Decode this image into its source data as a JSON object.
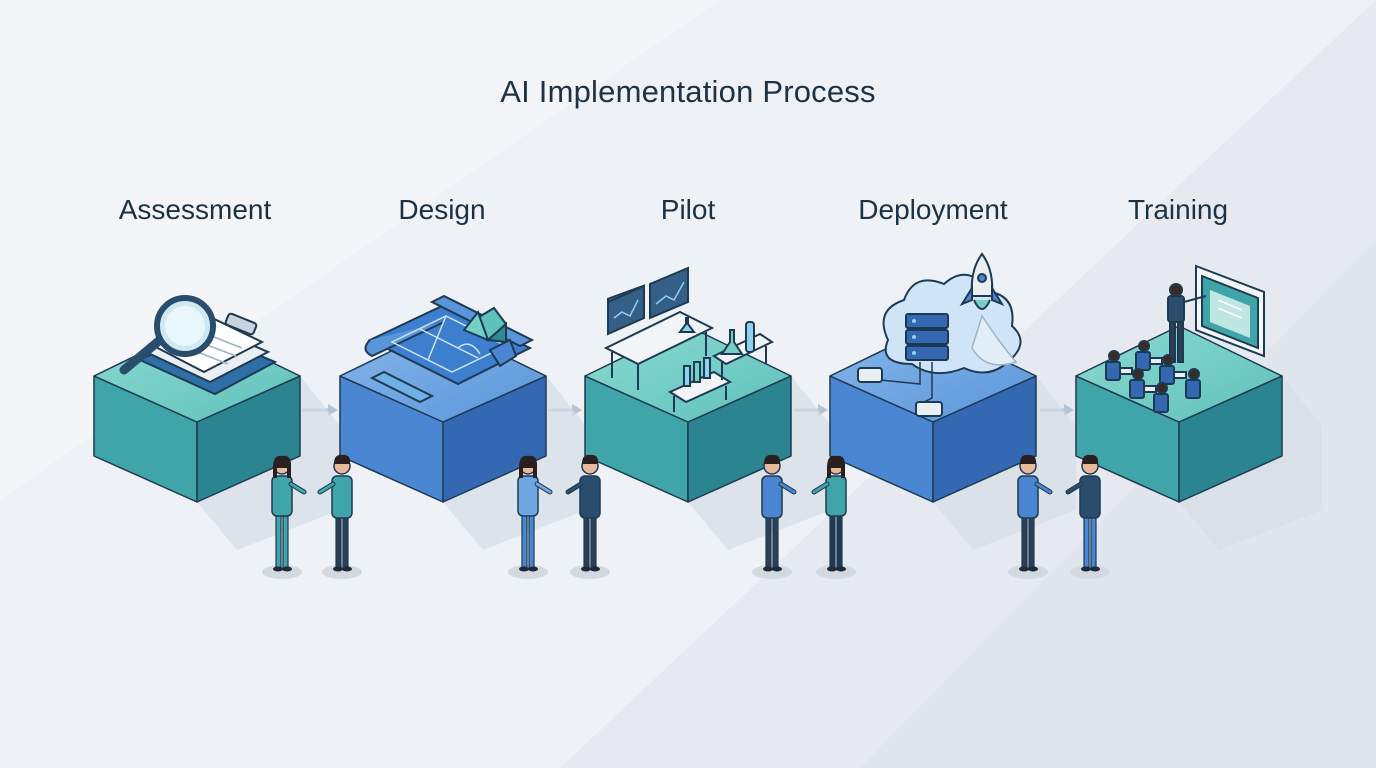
{
  "title": "AI Implementation Process",
  "colors": {
    "teal_top": "#74cfc6",
    "teal_front": "#3fa5a9",
    "teal_side": "#2b8590",
    "blue_top": "#6ea6e2",
    "blue_front": "#4a86d2",
    "blue_side": "#3468b3",
    "outline": "#1e3a52",
    "arrow": "#b5c4d2"
  },
  "steps": [
    {
      "id": "assessment",
      "label": "Assessment",
      "theme": "teal",
      "icon": "magnifier-document-icon"
    },
    {
      "id": "design",
      "label": "Design",
      "theme": "blue",
      "icon": "blueprint-icon"
    },
    {
      "id": "pilot",
      "label": "Pilot",
      "theme": "teal",
      "icon": "lab-bench-icon"
    },
    {
      "id": "deployment",
      "label": "Deployment",
      "theme": "blue",
      "icon": "cloud-server-rocket-icon"
    },
    {
      "id": "training",
      "label": "Training",
      "theme": "teal",
      "icon": "classroom-icon"
    }
  ]
}
